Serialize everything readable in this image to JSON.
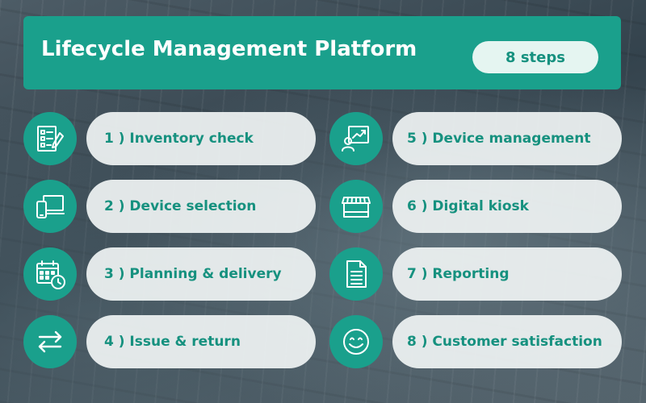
{
  "header": {
    "title": "Lifecycle Management Platform",
    "badge": "8 steps"
  },
  "steps": [
    {
      "label": "1 ) Inventory check",
      "icon": "checklist-icon"
    },
    {
      "label": "2 ) Device selection",
      "icon": "devices-icon"
    },
    {
      "label": "3 ) Planning & delivery",
      "icon": "calendar-clock-icon"
    },
    {
      "label": "4 ) Issue & return",
      "icon": "exchange-arrows-icon"
    },
    {
      "label": "5 ) Device management",
      "icon": "user-chart-icon"
    },
    {
      "label": "6 ) Digital kiosk",
      "icon": "kiosk-storefront-icon"
    },
    {
      "label": "7 ) Reporting",
      "icon": "document-icon"
    },
    {
      "label": "8 ) Customer satisfaction",
      "icon": "smiley-icon"
    }
  ],
  "colors": {
    "accent": "#1aa08c",
    "badge_bg": "#e5f5f1",
    "pill_bg": "#f0f4f4"
  }
}
